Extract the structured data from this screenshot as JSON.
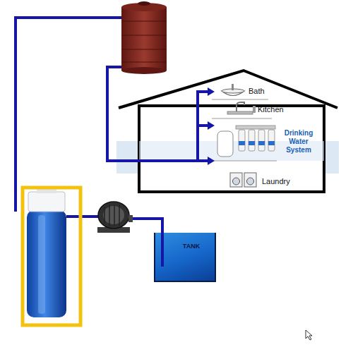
{
  "diagram": {
    "nodes": [
      {
        "text": [
          "TANK"
        ]
      }
    ],
    "labels": [
      "Bath",
      "Kitchen",
      "Drinking Water System",
      "Laundry"
    ]
  }
}
